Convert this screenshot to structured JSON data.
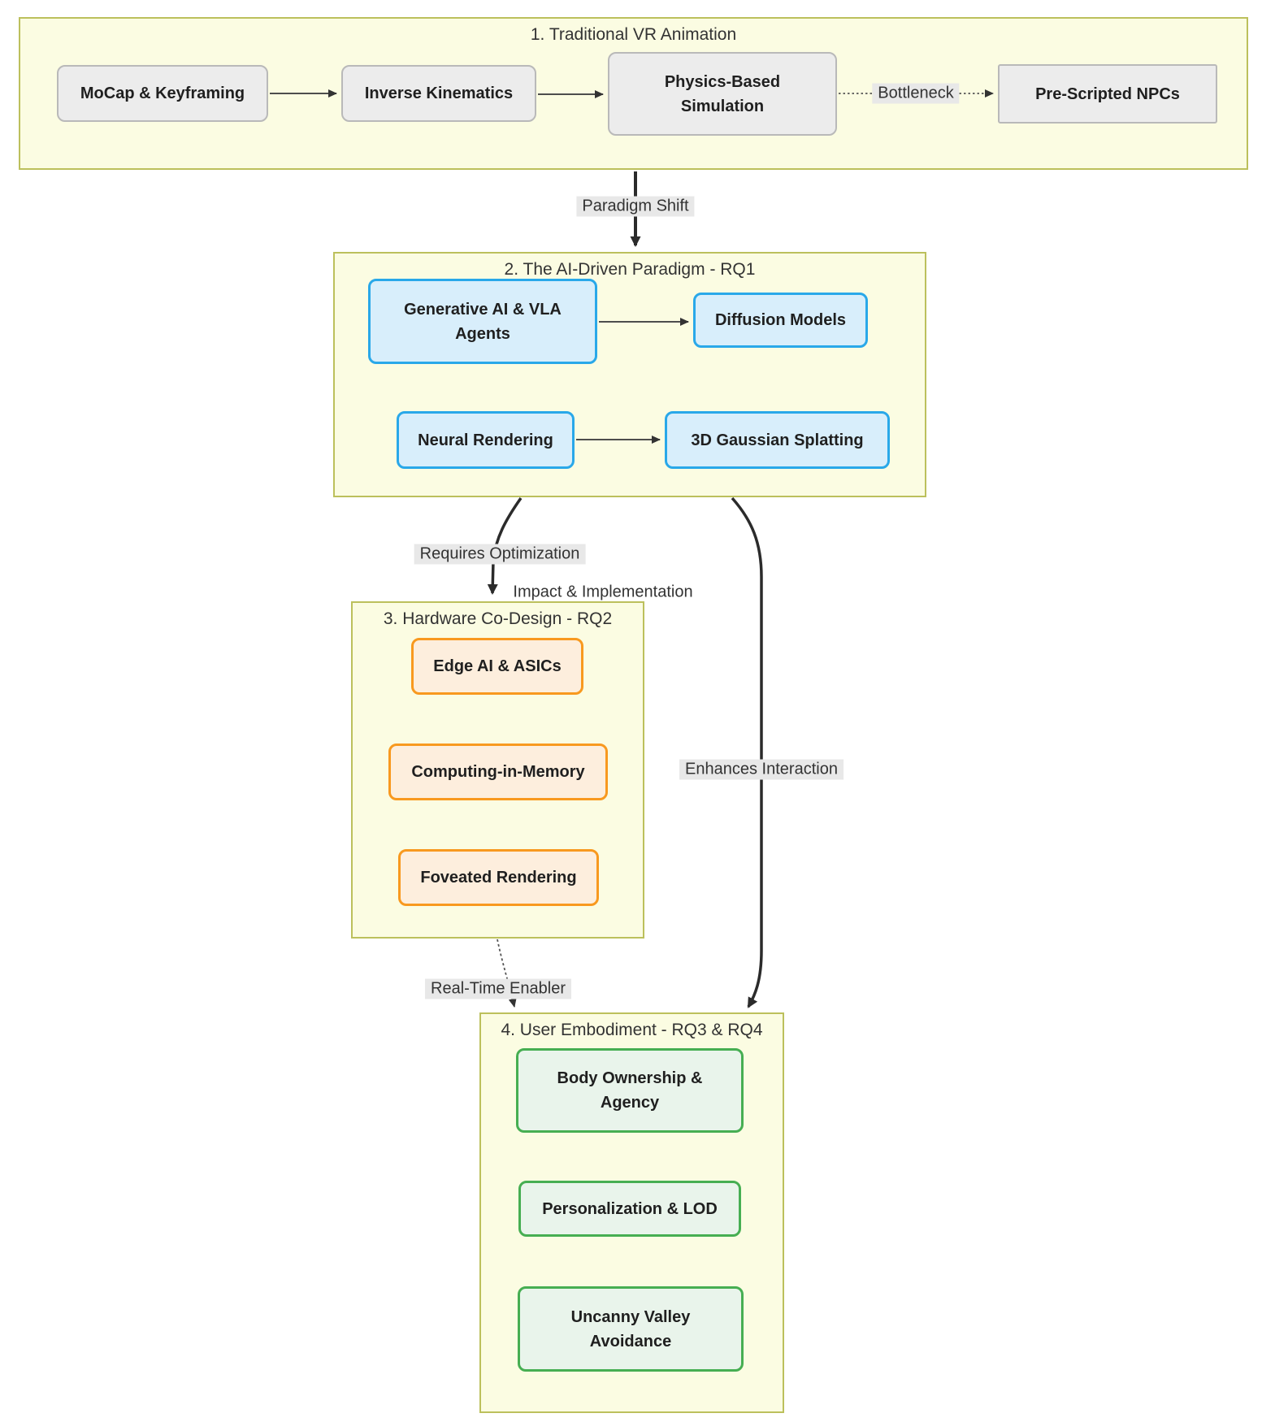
{
  "containers": {
    "traditional": {
      "title": "1. Traditional VR Animation"
    },
    "ai_paradigm": {
      "title": "2. The AI-Driven Paradigm - RQ1"
    },
    "hardware": {
      "title": "3. Hardware Co-Design - RQ2"
    },
    "embodiment": {
      "title": "4. User Embodiment - RQ3 & RQ4"
    }
  },
  "nodes": {
    "mocap": {
      "label": "MoCap & Keyframing"
    },
    "ik": {
      "label": "Inverse Kinematics"
    },
    "physics": {
      "label": "Physics-Based Simulation"
    },
    "npcs": {
      "label": "Pre-Scripted NPCs"
    },
    "genai": {
      "label": "Generative AI & VLA Agents"
    },
    "diffusion": {
      "label": "Diffusion Models"
    },
    "neural": {
      "label": "Neural Rendering"
    },
    "gaussian": {
      "label": "3D Gaussian Splatting"
    },
    "edgeai": {
      "label": "Edge AI & ASICs"
    },
    "cim": {
      "label": "Computing-in-Memory"
    },
    "foveated": {
      "label": "Foveated Rendering"
    },
    "body_ownership": {
      "label": "Body Ownership & Agency"
    },
    "personalization": {
      "label": "Personalization & LOD"
    },
    "uncanny": {
      "label": "Uncanny Valley Avoidance"
    }
  },
  "edges": {
    "bottleneck": {
      "label": "Bottleneck"
    },
    "paradigm_shift": {
      "label": "Paradigm Shift"
    },
    "requires_optimization": {
      "label": "Requires Optimization"
    },
    "impact_implementation": {
      "label": "Impact & Implementation"
    },
    "enhances_interaction": {
      "label": "Enhances Interaction"
    },
    "realtime_enabler": {
      "label": "Real-Time Enabler"
    }
  },
  "colors": {
    "container_fill": "#fbfce2",
    "container_border": "#bcc05c",
    "grey_node_fill": "#ececec",
    "grey_node_border": "#b9b9b9",
    "blue_node_fill": "#d8eefb",
    "blue_node_border": "#29a8e9",
    "orange_node_fill": "#fdeedd",
    "orange_node_border": "#f8991f",
    "green_node_fill": "#e9f4eb",
    "green_node_border": "#46ae52",
    "edge_label_bg": "#e8e8e8",
    "arrow": "#333333"
  }
}
